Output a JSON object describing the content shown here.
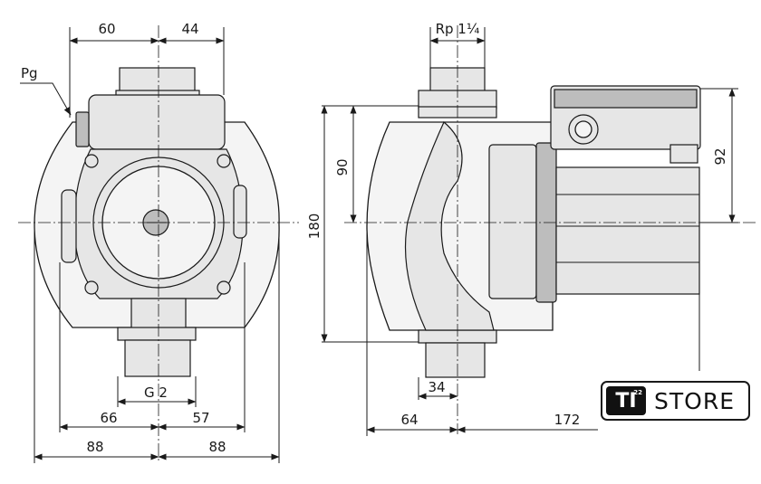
{
  "front_view": {
    "dim_top_left": "60",
    "dim_top_right": "44",
    "label_pg": "Pg",
    "thread_bottom": "G 2",
    "dim_mid_left": "66",
    "dim_mid_right": "57",
    "dim_bottom_left": "88",
    "dim_bottom_right": "88"
  },
  "side_view": {
    "thread_top": "Rp 1¼",
    "dim_height_total": "180",
    "dim_height_half": "90",
    "dim_box_height": "92",
    "dim_flange_offset": "34",
    "dim_bottom_left": "64",
    "dim_bottom_right": "172"
  },
  "logo": {
    "mark_text": "TI",
    "mark_superscript": "22",
    "store_text": "STORE"
  }
}
